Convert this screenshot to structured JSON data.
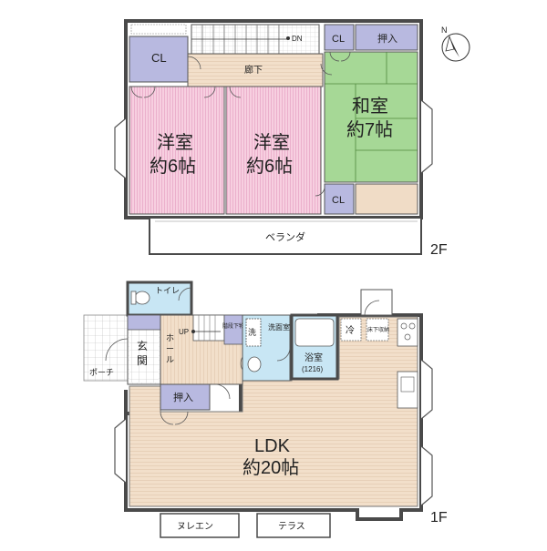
{
  "compass": {
    "label": "N"
  },
  "floor2": {
    "floor_label": "2F",
    "rooms": {
      "cl_left": "CL",
      "hallway": "廊下",
      "stairs_dn": "DN",
      "cl_top_right": "CL",
      "oshiire_top": "押入",
      "western1_name": "洋室",
      "western1_size": "約6帖",
      "western2_name": "洋室",
      "western2_size": "約6帖",
      "japanese_name": "和室",
      "japanese_size": "約7帖",
      "cl_bottom": "CL",
      "veranda": "ベランダ"
    }
  },
  "floor1": {
    "floor_label": "1F",
    "rooms": {
      "toilet": "トイレ",
      "porch": "ポーチ",
      "entrance": "玄関",
      "stairs_up": "UP",
      "hall": "ホール",
      "storage_under_stairs": "階段下物入",
      "wash": "洗",
      "washroom": "洗面室",
      "bathroom": "浴室",
      "bath_size": "(1216)",
      "fridge": "冷",
      "floor_storage": "床下収納",
      "oshiire": "押入",
      "ldk_name": "LDK",
      "ldk_size": "約20帖",
      "nureen": "ヌレエン",
      "terrace": "テラス"
    }
  },
  "colors": {
    "western": "#f6c6dc",
    "japanese": "#a9d89a",
    "closet": "#b8b9e0",
    "wood": "#f0dcc6",
    "bath": "#c8e6f4",
    "wall": "#4a4a4a"
  }
}
